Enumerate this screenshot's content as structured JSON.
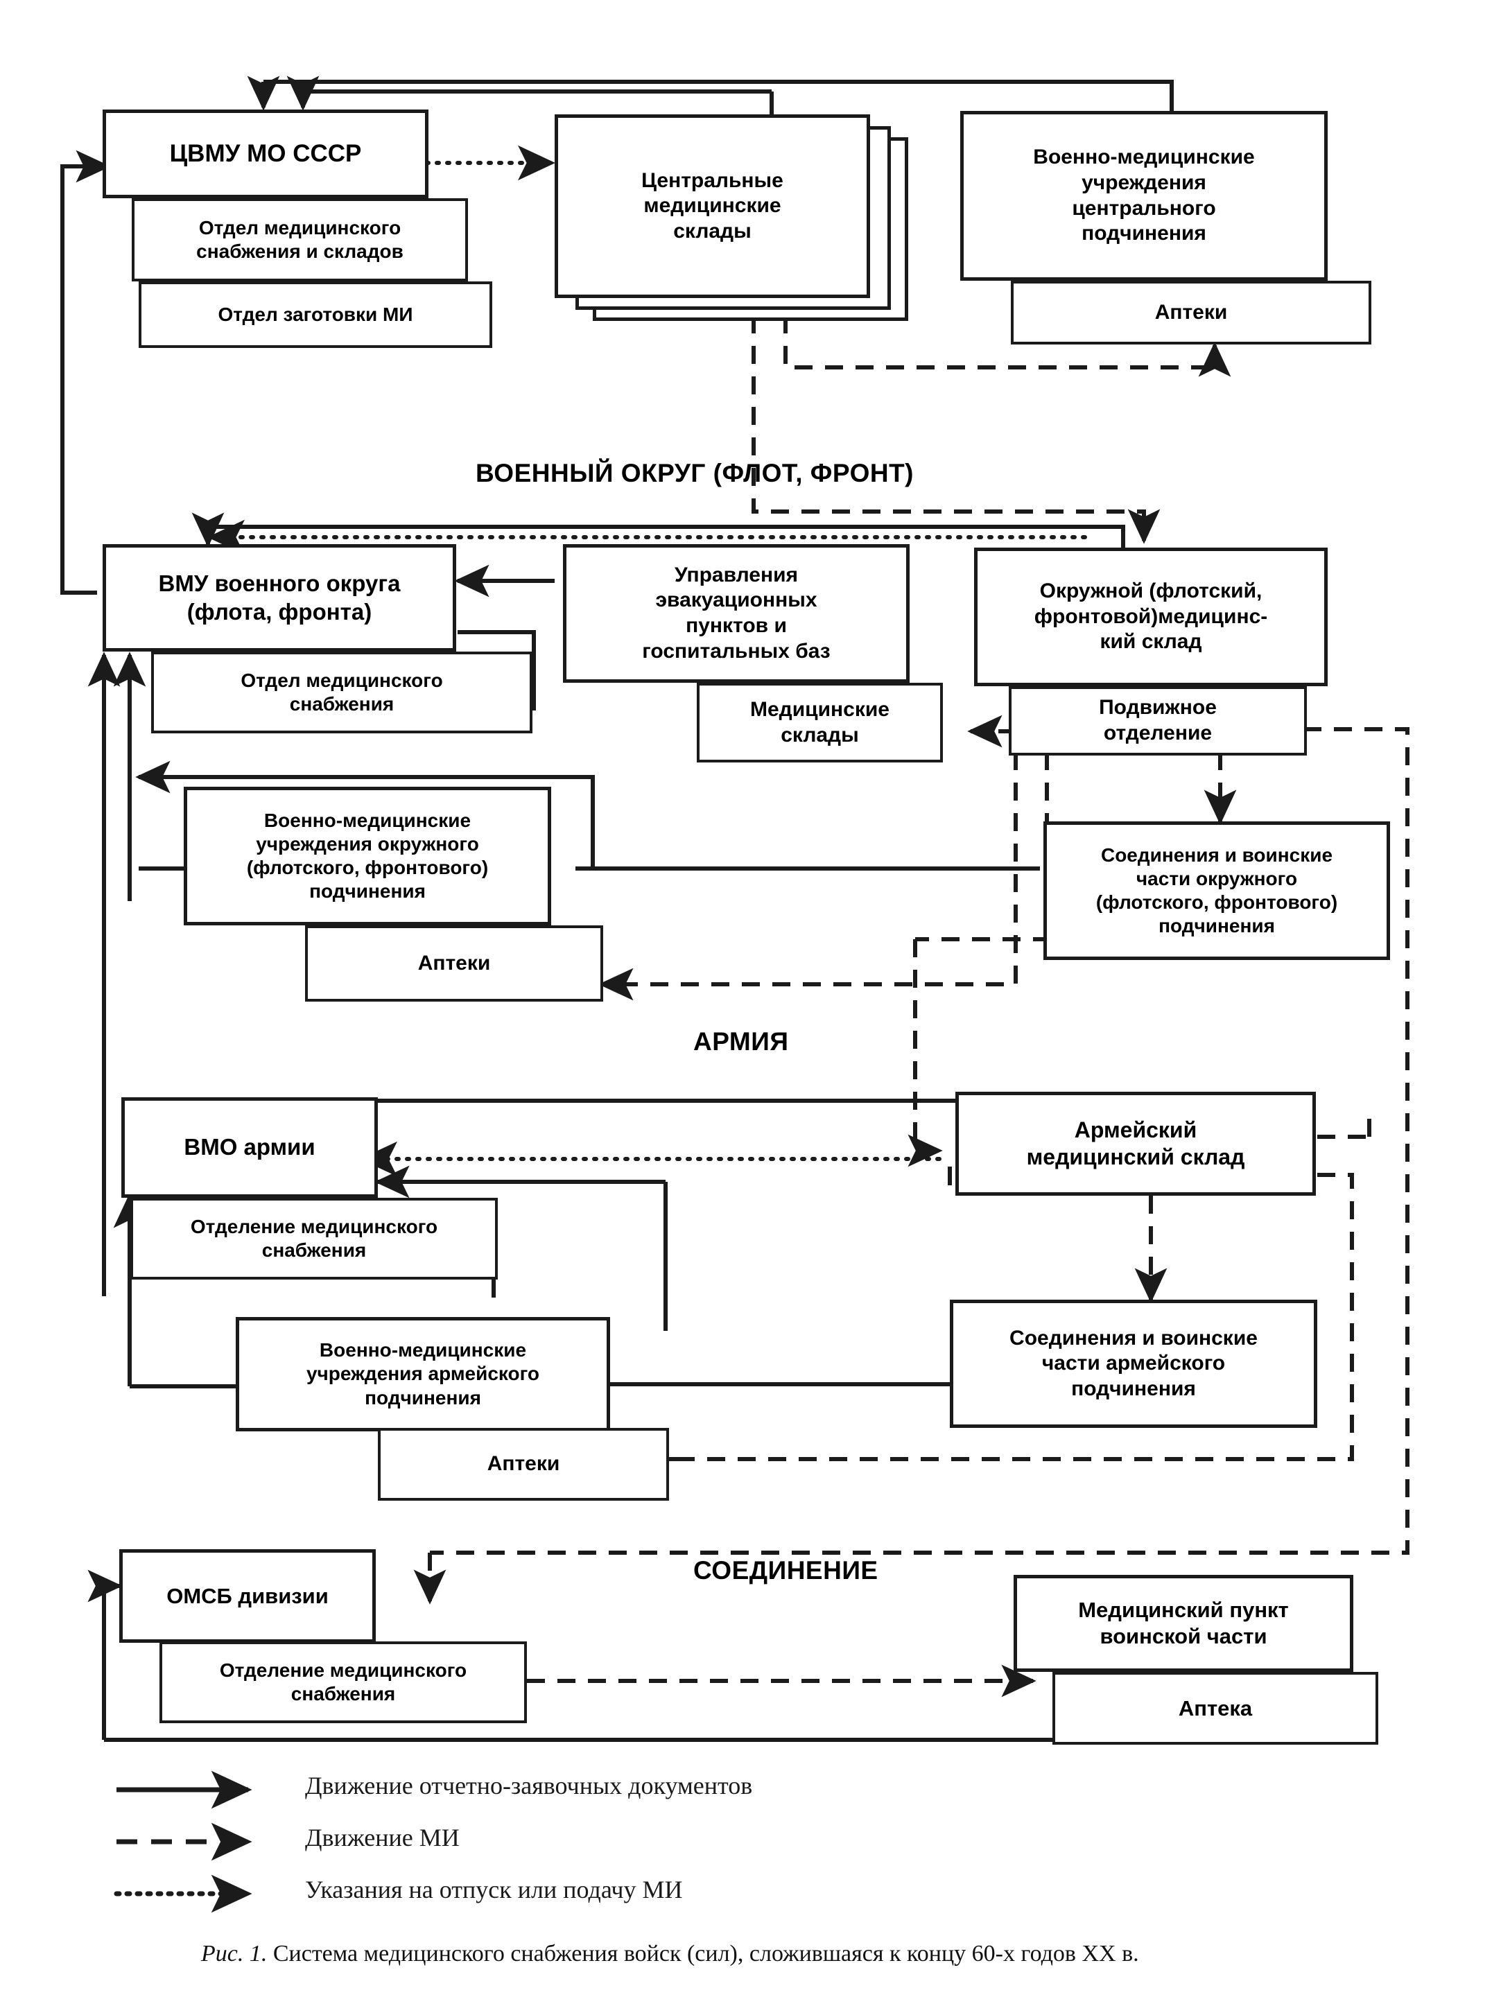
{
  "figure": {
    "caption_prefix": "Рис. 1.",
    "caption_text": "Система медицинского снабжения войск (сил), сложившаяся к концу 60-х годов XX в."
  },
  "sections": [
    {
      "id": "district",
      "label": "ВОЕННЫЙ ОКРУГ (ФЛОТ, ФРОНТ)"
    },
    {
      "id": "army",
      "label": "АРМИЯ"
    },
    {
      "id": "formation",
      "label": "СОЕДИНЕНИЕ"
    }
  ],
  "nodes": {
    "cvmu": "ЦВМУ МО СССР",
    "dept_supply_depots": "Отдел медицинского\nснабжения и складов",
    "dept_procurement": "Отдел заготовки МИ",
    "central_depots": "Центральные\nмедицинские\nсклады",
    "central_institutions": "Военно-медицинские\nучреждения\nцентрального\nподчинения",
    "central_pharmacies": "Аптеки",
    "vmu_district": "ВМУ военного округа\n(флота, фронта)",
    "district_supply_dept": "Отдел медицинского\nснабжения",
    "evac_admin": "Управления\nэвакуационных\nпунктов и\nгоспитальных баз",
    "evac_depots": "Медицинские\nсклады",
    "district_depot": "Окружной (флотский,\nфронтовой)медицинс-\nкий склад",
    "mobile_branch": "Подвижное\nотделение",
    "district_institutions": "Военно-медицинские\nучреждения окружного\n(флотского, фронтового)\nподчинения",
    "district_pharmacies": "Аптеки",
    "district_units": "Соединения и воинские\nчасти окружного\n(флотского, фронтового)\nподчинения",
    "vmo_army": "ВМО армии",
    "army_supply_branch": "Отделение медицинского\nснабжения",
    "army_depot": "Армейский\nмедицинский склад",
    "army_institutions": "Военно-медицинские\nучреждения армейского\nподчинения",
    "army_pharmacies": "Аптеки",
    "army_units": "Соединения и воинские\nчасти армейского\nподчинения",
    "omsb": "ОМСБ дивизии",
    "omsb_supply_branch": "Отделение медицинского\nснабжения",
    "unit_medpoint": "Медицинский пункт\nвоинской части",
    "unit_pharmacy": "Аптека"
  },
  "legend": [
    {
      "style": "solid",
      "label": "Движение отчетно-заявочных документов"
    },
    {
      "style": "dashed",
      "label": "Движение МИ"
    },
    {
      "style": "dotted",
      "label": "Указания на отпуск или подачу МИ"
    }
  ],
  "colors": {
    "line": "#1b1b1b",
    "background": "#ffffff",
    "text": "#000000"
  }
}
